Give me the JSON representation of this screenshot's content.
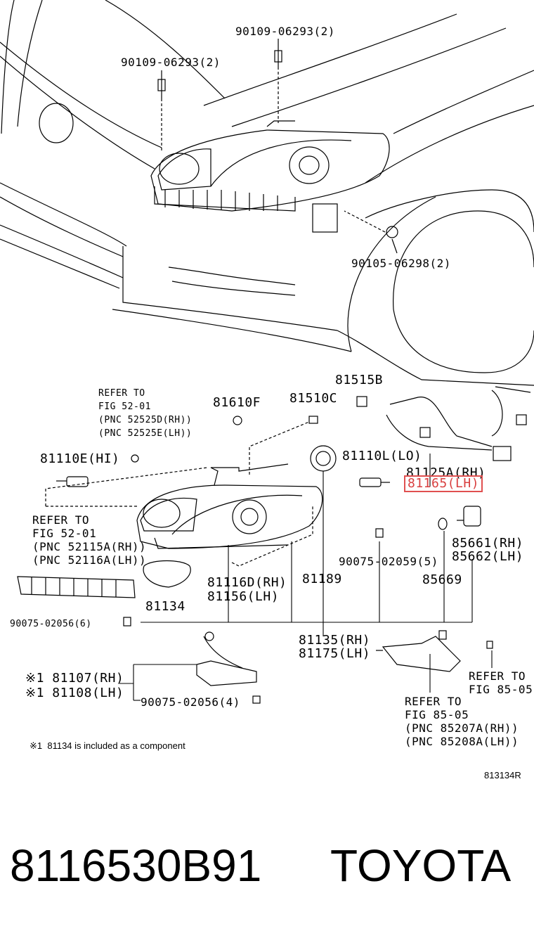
{
  "labels": {
    "top_bolt_1": "90109-06293(2)",
    "top_bolt_2": "90109-06293(2)",
    "bracket_bolt": "90105-06298(2)",
    "refer_52_01_a": [
      "REFER TO",
      "FIG 52-01",
      "(PNC 52525D(RH))",
      "(PNC 52525E(LH))"
    ],
    "p81610F": "81610F",
    "p81510C": "81510C",
    "p81515B": "81515B",
    "p81110E": "81110E(HI)",
    "p81110L": "81110L(LO)",
    "p81125A": "81125A(RH)",
    "p81165": "81165(LH)",
    "refer_52_01_b": [
      "REFER TO",
      "FIG 52-01",
      "(PNC 52115A(RH))",
      "(PNC 52116A(LH))"
    ],
    "p90075_02059": "90075-02059(5)",
    "p85661": "85661(RH)",
    "p85662": "85662(LH)",
    "p81116D": "81116D(RH)",
    "p81156": "81156(LH)",
    "p81189": "81189",
    "p85669": "85669",
    "p81134": "81134",
    "p90075_02056a": "90075-02056(6)",
    "p81135": "81135(RH)",
    "p81175": "81175(LH)",
    "p81107": "※1 81107(RH)",
    "p81108": "※1 81108(LH)",
    "p90075_02056b": "90075-02056(4)",
    "refer_85_05_a": [
      "REFER TO",
      "FIG 85-05"
    ],
    "refer_85_05_b": [
      "REFER TO",
      "FIG 85-05",
      "(PNC 85207A(RH))",
      "(PNC 85208A(LH))"
    ],
    "note": "※1  81134 is included as a component",
    "drawing_no": "813134R"
  },
  "footer": {
    "part_number": "8116530B91",
    "brand": "TOYOTA"
  },
  "colors": {
    "line": "#000000",
    "highlight": "#d94040"
  }
}
